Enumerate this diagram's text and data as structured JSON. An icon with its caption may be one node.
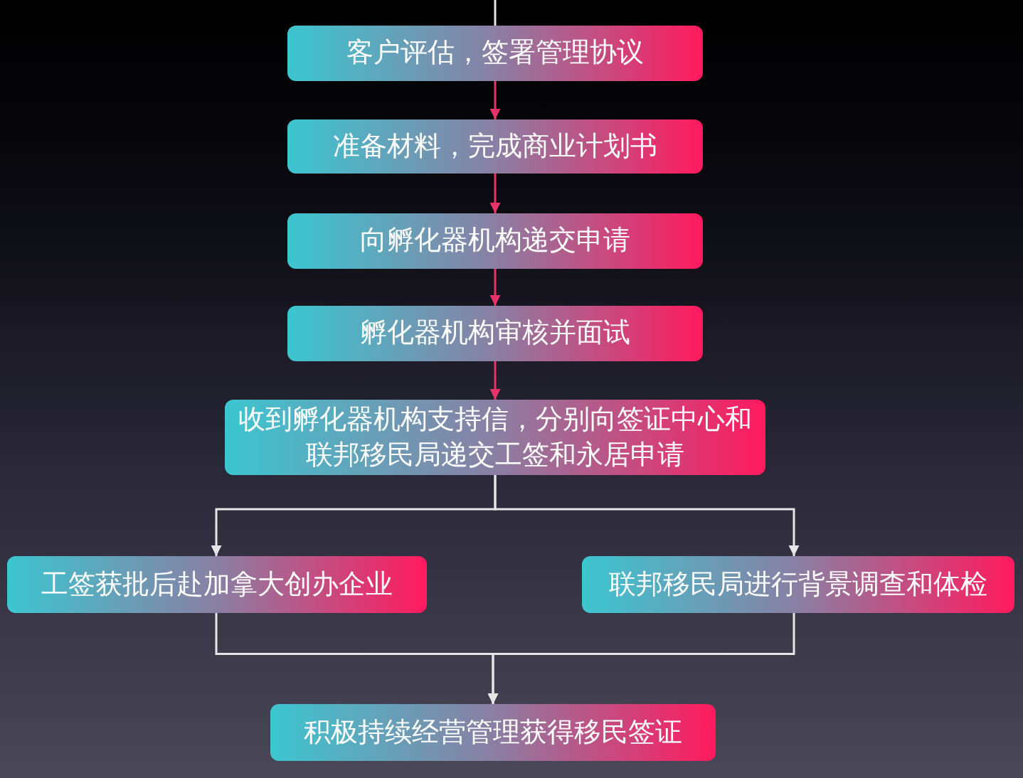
{
  "diagram": {
    "nodes": [
      {
        "text": [
          "客户评估，签署管理协议"
        ]
      },
      {
        "text": [
          "准备材料，完成商业计划书"
        ]
      },
      {
        "text": [
          "向孵化器机构递交申请"
        ]
      },
      {
        "text": [
          "孵化器机构审核并面试"
        ]
      },
      {
        "text": [
          "收到孵化器机构支持信，分别向签证中心和联邦移民局递交工签和永居申请"
        ]
      },
      {
        "text": [
          "工签获批后赴加拿大创办企业"
        ]
      },
      {
        "text": [
          "联邦移民局进行背景调查和体检"
        ]
      },
      {
        "text": [
          "积极持续经营管理获得移民签证"
        ]
      }
    ],
    "edges": [
      {
        "from": null,
        "to": 0,
        "arrow": "none"
      },
      {
        "from": 0,
        "to": 1,
        "arrow": "to",
        "color": "#e8336a"
      },
      {
        "from": 1,
        "to": 2,
        "arrow": "to",
        "color": "#e8336a"
      },
      {
        "from": 2,
        "to": 3,
        "arrow": "to",
        "color": "#e8336a"
      },
      {
        "from": 3,
        "to": 4,
        "arrow": "to",
        "color": "#e8336a"
      },
      {
        "from": 4,
        "to": 5,
        "arrow": "to"
      },
      {
        "from": 4,
        "to": 6,
        "arrow": "to"
      },
      {
        "from": 5,
        "to": 7,
        "arrow": "to"
      },
      {
        "from": 6,
        "to": 7,
        "arrow": "to"
      }
    ]
  }
}
